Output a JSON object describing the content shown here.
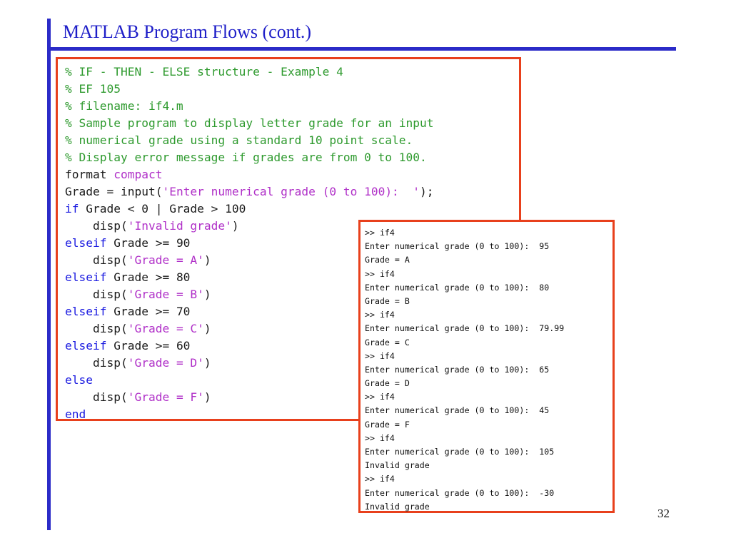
{
  "slide": {
    "title": "MATLAB Program Flows (cont.)",
    "page_number": "32"
  },
  "code": {
    "lines": [
      [
        {
          "t": "% IF - THEN - ELSE structure - Example 4",
          "k": "comment"
        }
      ],
      [
        {
          "t": "% EF 105",
          "k": "comment"
        }
      ],
      [
        {
          "t": "% filename: if4.m",
          "k": "comment"
        }
      ],
      [
        {
          "t": "% Sample program to display letter grade for an input",
          "k": "comment"
        }
      ],
      [
        {
          "t": "% numerical grade using a standard 10 point scale.",
          "k": "comment"
        }
      ],
      [
        {
          "t": "% Display error message if grades are from 0 to 100.",
          "k": "comment"
        }
      ],
      [
        {
          "t": "format ",
          "k": "plain"
        },
        {
          "t": "compact",
          "k": "str"
        }
      ],
      [
        {
          "t": "Grade = input(",
          "k": "plain"
        },
        {
          "t": "'Enter numerical grade (0 to 100):  '",
          "k": "str"
        },
        {
          "t": ");",
          "k": "plain"
        }
      ],
      [
        {
          "t": "if",
          "k": "kw"
        },
        {
          "t": " Grade < 0 | Grade > 100",
          "k": "plain"
        }
      ],
      [
        {
          "t": "    disp(",
          "k": "plain"
        },
        {
          "t": "'Invalid grade'",
          "k": "str"
        },
        {
          "t": ")",
          "k": "plain"
        }
      ],
      [
        {
          "t": "elseif",
          "k": "kw"
        },
        {
          "t": " Grade >= 90",
          "k": "plain"
        }
      ],
      [
        {
          "t": "    disp(",
          "k": "plain"
        },
        {
          "t": "'Grade = A'",
          "k": "str"
        },
        {
          "t": ")",
          "k": "plain"
        }
      ],
      [
        {
          "t": "elseif",
          "k": "kw"
        },
        {
          "t": " Grade >= 80",
          "k": "plain"
        }
      ],
      [
        {
          "t": "    disp(",
          "k": "plain"
        },
        {
          "t": "'Grade = B'",
          "k": "str"
        },
        {
          "t": ")",
          "k": "plain"
        }
      ],
      [
        {
          "t": "elseif",
          "k": "kw"
        },
        {
          "t": " Grade >= 70",
          "k": "plain"
        }
      ],
      [
        {
          "t": "    disp(",
          "k": "plain"
        },
        {
          "t": "'Grade = C'",
          "k": "str"
        },
        {
          "t": ")",
          "k": "plain"
        }
      ],
      [
        {
          "t": "elseif",
          "k": "kw"
        },
        {
          "t": " Grade >= 60",
          "k": "plain"
        }
      ],
      [
        {
          "t": "    disp(",
          "k": "plain"
        },
        {
          "t": "'Grade = D'",
          "k": "str"
        },
        {
          "t": ")",
          "k": "plain"
        }
      ],
      [
        {
          "t": "else",
          "k": "kw"
        }
      ],
      [
        {
          "t": "    disp(",
          "k": "plain"
        },
        {
          "t": "'Grade = F'",
          "k": "str"
        },
        {
          "t": ")",
          "k": "plain"
        }
      ],
      [
        {
          "t": "end",
          "k": "kw"
        }
      ]
    ]
  },
  "output": {
    "lines": [
      ">> if4",
      "Enter numerical grade (0 to 100):  95",
      "Grade = A",
      ">> if4",
      "Enter numerical grade (0 to 100):  80",
      "Grade = B",
      ">> if4",
      "Enter numerical grade (0 to 100):  79.99",
      "Grade = C",
      ">> if4",
      "Enter numerical grade (0 to 100):  65",
      "Grade = D",
      ">> if4",
      "Enter numerical grade (0 to 100):  45",
      "Grade = F",
      ">> if4",
      "Enter numerical grade (0 to 100):  105",
      "Invalid grade",
      ">> if4",
      "Enter numerical grade (0 to 100):  -30",
      "Invalid grade"
    ]
  },
  "colors": {
    "accent_blue": "#2b2bc8",
    "title_blue": "#1e1ec8",
    "box_border": "#e8401c",
    "comment_green": "#2e9a2e",
    "keyword_blue": "#1a1ae0",
    "string_purple": "#b030c8"
  }
}
